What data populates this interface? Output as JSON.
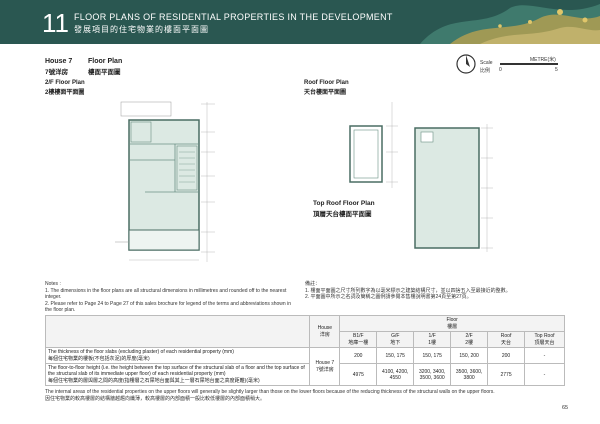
{
  "header": {
    "section_number": "11",
    "title_en": "FLOOR PLANS OF RESIDENTIAL PROPERTIES IN THE DEVELOPMENT",
    "title_zh": "發展項目的住宅物業的樓面平面圖"
  },
  "house": {
    "en": "House 7",
    "zh": "7號洋房"
  },
  "floor_plan_label": {
    "en": "Floor Plan",
    "zh": "樓面平面圖"
  },
  "scale": {
    "label_en": "Scale",
    "label_zh": "比例",
    "unit": "METRE(米)",
    "start": "0",
    "end": "5"
  },
  "plans": {
    "second_floor": {
      "en": "2/F Floor Plan",
      "zh": "2樓樓面平面圖"
    },
    "roof": {
      "en": "Roof Floor Plan",
      "zh": "天台樓面平面圖"
    },
    "top_roof": {
      "en": "Top Roof Floor Plan",
      "zh": "頂層天台樓面平面圖"
    }
  },
  "notes_en": {
    "heading": "Notes :",
    "items": [
      "1.  The dimensions in the floor plans are all structural dimensions in millimetres and rounded off to the nearest integer.",
      "2.  Please refer to Page 24 to Page 27 of this sales brochure for legend of the terms and abbreviations shown in the floor plan."
    ]
  },
  "notes_zh": {
    "heading": "備註：",
    "items": [
      "1.  樓面平面圖之尺寸所列數字為以毫米標示之建築結構尺寸，並以四捨五入至最接近的整數。",
      "2.  平面圖中所示之名詞及簡稱之圖例請參閱本售樓說明書第24頁至第27頁。"
    ]
  },
  "table": {
    "house_header": {
      "en": "House",
      "zh": "洋房"
    },
    "floor_header": {
      "en": "Floor",
      "zh": "樓層"
    },
    "floors": [
      {
        "en": "B1/F",
        "zh": "地庫一樓"
      },
      {
        "en": "G/F",
        "zh": "地下"
      },
      {
        "en": "1/F",
        "zh": "1樓"
      },
      {
        "en": "2/F",
        "zh": "2樓"
      },
      {
        "en": "Roof",
        "zh": "天台"
      },
      {
        "en": "Top Roof",
        "zh": "頂層天台"
      }
    ],
    "house_cell": {
      "en": "House 7",
      "zh": "7號洋房"
    },
    "row1_label_en": "The thickness of the floor slabs (excluding plaster) of each residential property (mm)",
    "row1_label_zh": "每個住宅物業的樓板(不包括灰泥)的厚度(毫米)",
    "row1_values": [
      "200",
      "150, 175",
      "150, 175",
      "150, 200",
      "200",
      "-"
    ],
    "row2_label_en": "The floor-to-floor height (i.e. the height between the top surface of the structural slab of a floor and the top surface of the structural slab of its immediate upper floor) of each residential property (mm)",
    "row2_label_zh": "每個住宅物業的層與層之間的高度(指樓層之石屎地台面與其上一層石屎地台面之高度距離)(毫米)",
    "row2_values": [
      "4975",
      "4100, 4200, 4550",
      "3200, 3400, 3500, 3600",
      "3500, 3600, 3800",
      "2775",
      "-"
    ]
  },
  "footnote": {
    "en": "The internal areas of the residential properties on the upper floors will generally be slightly larger than those on the lower floors because of the reducing thickness of the structural walls on the upper floors.",
    "zh": "因住宅物業的較高樓層的結構牆越趨向纖薄，較高樓層的內部面積一般比較低樓層的內部面積稍大。"
  },
  "page_number": "65",
  "colors": {
    "header_bg": "#2a5751",
    "plan_fill": "#dce9e3",
    "plan_line": "#6b8f84"
  }
}
